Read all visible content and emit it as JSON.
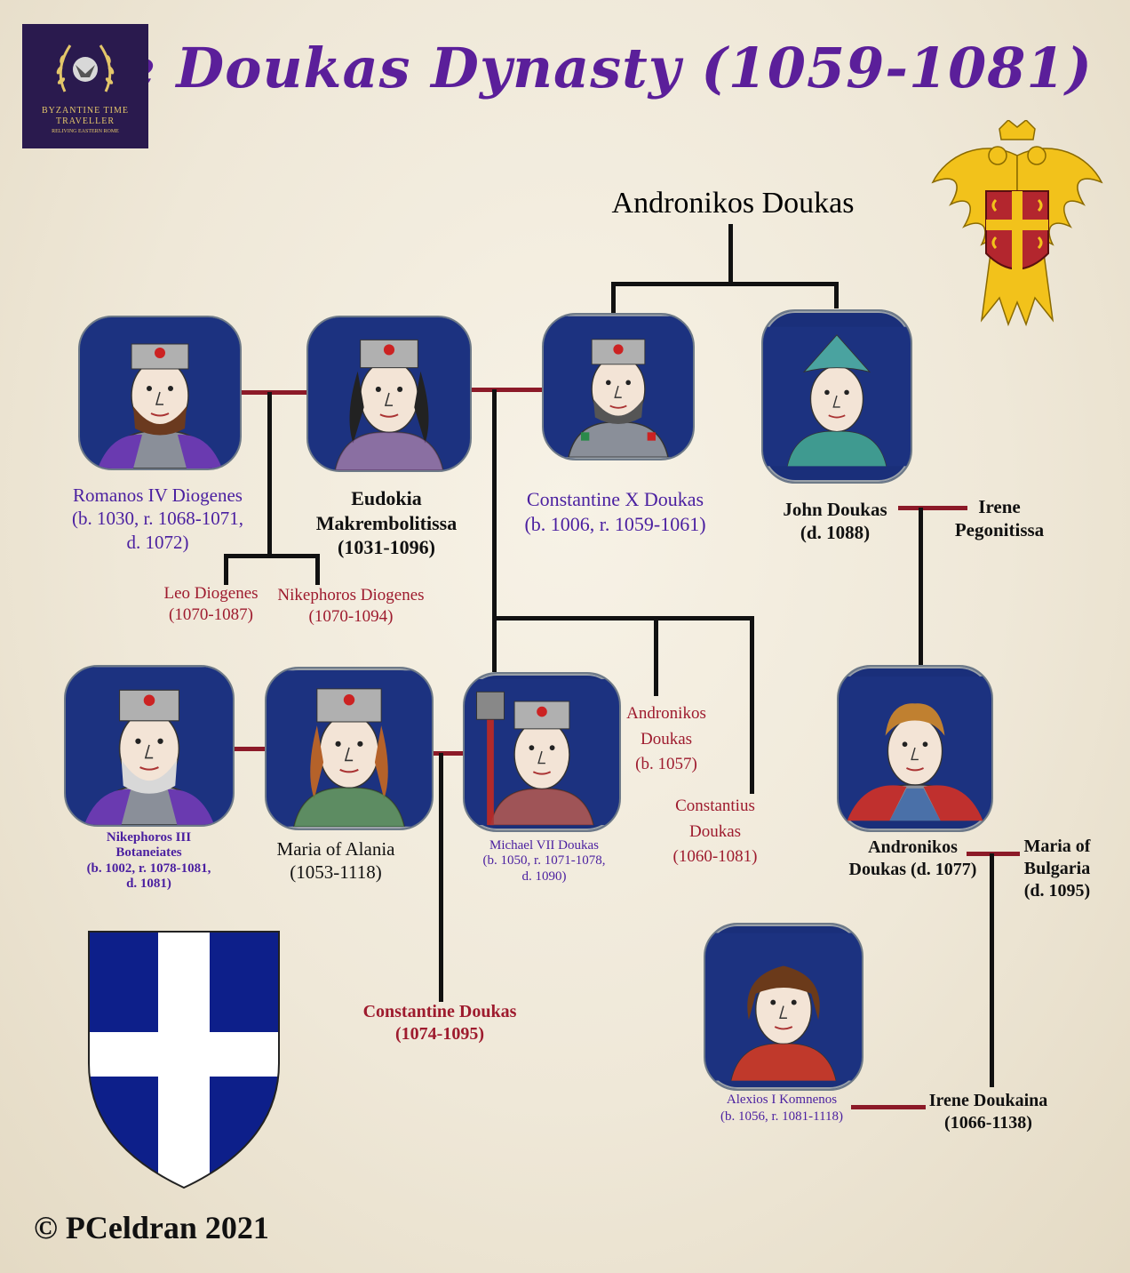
{
  "title": "The Doukas Dynasty (1059-1081)",
  "logo": {
    "line1": "BYZANTINE TIME",
    "line2": "TRAVELLER",
    "line3": "RELIVING EASTERN ROME"
  },
  "root": "Andronikos Doukas",
  "people": {
    "romanos": {
      "l1": "Romanos IV Diogenes",
      "l2": "(b. 1030, r. 1068-1071,",
      "l3": "d. 1072)"
    },
    "eudokia": {
      "l1": "Eudokia",
      "l2": "Makrembolitissa",
      "l3": "(1031-1096)"
    },
    "constantine_x": {
      "l1": "Constantine X Doukas",
      "l2": "(b. 1006, r. 1059-1061)"
    },
    "john": {
      "l1": "John Doukas",
      "l2": "(d. 1088)"
    },
    "irene_p": {
      "l1": "Irene",
      "l2": "Pegonitissa"
    },
    "leo": {
      "l1": "Leo Diogenes",
      "l2": "(1070-1087)"
    },
    "nikephoros_d": {
      "l1": "Nikephoros Diogenes",
      "l2": "(1070-1094)"
    },
    "nikephoros_iii": {
      "l1": "Nikephoros III",
      "l2": "Botaneiates",
      "l3": "(b. 1002, r. 1078-1081,",
      "l4": "d. 1081)"
    },
    "maria_alania": {
      "l1": "Maria of Alania",
      "l2": "(1053-1118)"
    },
    "michael_vii": {
      "l1": "Michael VII Doukas",
      "l2": "(b. 1050, r. 1071-1078,",
      "l3": "d. 1090)"
    },
    "andronikos_son": {
      "l1": "Andronikos",
      "l2": "Doukas",
      "l3": "(b. 1057)"
    },
    "constantius": {
      "l1": "Constantius",
      "l2": "Doukas",
      "l3": "(1060-1081)"
    },
    "andronikos_d1077": {
      "l1": "Andronikos",
      "l2": "Doukas (d. 1077)"
    },
    "maria_bulgaria": {
      "l1": "Maria of",
      "l2": "Bulgaria",
      "l3": "(d. 1095)"
    },
    "constantine_doukas": {
      "l1": "Constantine Doukas",
      "l2": "(1074-1095)"
    },
    "alexios": {
      "l1": "Alexios I Komnenos",
      "l2": "(b. 1056, r. 1081-1118)"
    },
    "irene_doukaina": {
      "l1": "Irene Doukaina",
      "l2": "(1066-1138)"
    }
  },
  "copyright": "© PCeldran 2021",
  "colors": {
    "title": "#5b1f9a",
    "ruler": "#4a1fa0",
    "offspring": "#9e1b2e",
    "marriage": "#8c1a28",
    "portrait_bg": "#1a2f7a"
  }
}
